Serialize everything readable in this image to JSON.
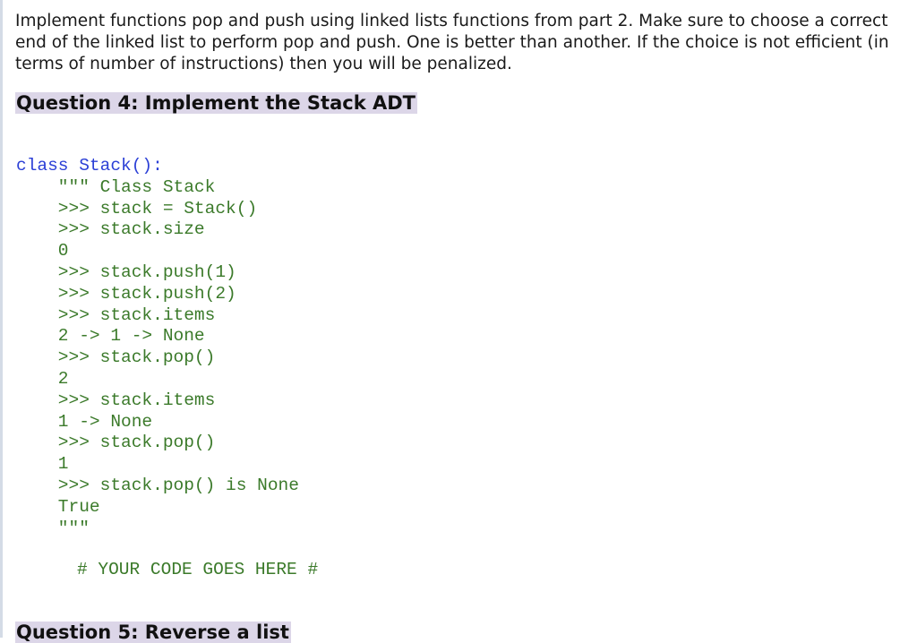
{
  "intro": {
    "text": "Implement functions pop and push using linked lists functions from part 2. Make sure to choose a correct end of the linked list to perform pop and push. One is better than another. If the choice is not efficient (in terms of number of instructions) then you will be penalized."
  },
  "question4": {
    "heading": "Question 4: Implement the Stack ADT"
  },
  "code": {
    "class_decl": "class Stack():",
    "docstring_lines": [
      "    \"\"\" Class Stack",
      "    >>> stack = Stack()",
      "    >>> stack.size",
      "    0",
      "    >>> stack.push(1)",
      "    >>> stack.push(2)",
      "    >>> stack.items",
      "    2 -> 1 -> None",
      "    >>> stack.pop()",
      "    2",
      "    >>> stack.items",
      "    1 -> None",
      "    >>> stack.pop()",
      "    1",
      "    >>> stack.pop() is None",
      "    True",
      "    \"\"\""
    ],
    "placeholder_comment": "# YOUR CODE GOES HERE #"
  },
  "question5": {
    "heading": "Question 5: Reverse a list"
  },
  "colors": {
    "keyword": "#2b3fd6",
    "docstring": "#3b7a2a",
    "heading_highlight": "#dcd6e8",
    "left_border": "#d4dbe6"
  }
}
